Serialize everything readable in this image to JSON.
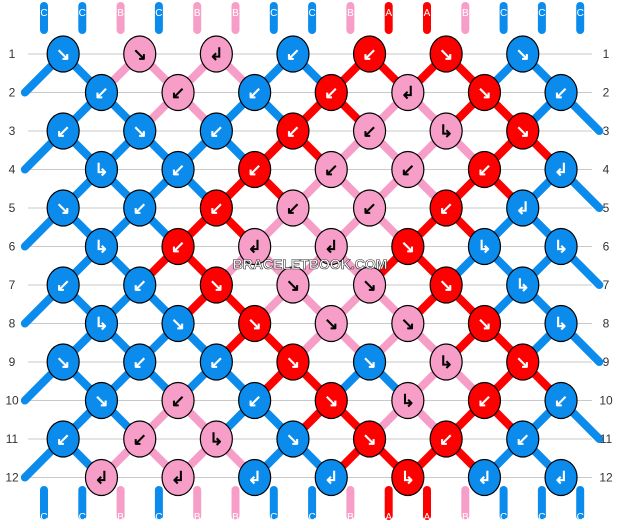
{
  "watermark": "BRACELETBOOK.COM",
  "colors": {
    "A": "#ff0000",
    "B": "#f79ec8",
    "C": "#0b8ced"
  },
  "top_strings": [
    "C",
    "C",
    "B",
    "C",
    "B",
    "B",
    "C",
    "C",
    "B",
    "A",
    "A",
    "B",
    "C",
    "C",
    "C"
  ],
  "bottom_strings": [
    "C",
    "C",
    "B",
    "C",
    "B",
    "B",
    "C",
    "C",
    "B",
    "A",
    "A",
    "B",
    "C",
    "C",
    "C"
  ],
  "row_labels": [
    "1",
    "2",
    "3",
    "4",
    "5",
    "6",
    "7",
    "8",
    "9",
    "10",
    "11",
    "12"
  ],
  "knot_glyphs": {
    "f": "↘",
    "b": "↙",
    "fb": "↳",
    "bf": "↲"
  },
  "rows": [
    [
      [
        "C",
        "f"
      ],
      [
        "B",
        "f"
      ],
      [
        "B",
        "bf"
      ],
      [
        "C",
        "b"
      ],
      [
        "A",
        "b"
      ],
      [
        "A",
        "f"
      ],
      [
        "C",
        "f"
      ]
    ],
    [
      [
        "C",
        "b"
      ],
      [
        "B",
        "b"
      ],
      [
        "C",
        "b"
      ],
      [
        "A",
        "b"
      ],
      [
        "B",
        "bf"
      ],
      [
        "A",
        "f"
      ],
      [
        "C",
        "b"
      ]
    ],
    [
      [
        "C",
        "b"
      ],
      [
        "C",
        "f"
      ],
      [
        "C",
        "b"
      ],
      [
        "A",
        "b"
      ],
      [
        "B",
        "b"
      ],
      [
        "B",
        "fb"
      ],
      [
        "A",
        "f"
      ]
    ],
    [
      [
        "C",
        "fb"
      ],
      [
        "C",
        "b"
      ],
      [
        "A",
        "b"
      ],
      [
        "B",
        "b"
      ],
      [
        "B",
        "b"
      ],
      [
        "A",
        "b"
      ],
      [
        "C",
        "bf"
      ]
    ],
    [
      [
        "C",
        "f"
      ],
      [
        "C",
        "b"
      ],
      [
        "A",
        "b"
      ],
      [
        "B",
        "b"
      ],
      [
        "B",
        "b"
      ],
      [
        "A",
        "b"
      ],
      [
        "C",
        "bf"
      ]
    ],
    [
      [
        "C",
        "fb"
      ],
      [
        "A",
        "b"
      ],
      [
        "B",
        "bf"
      ],
      [
        "B",
        "bf"
      ],
      [
        "A",
        "f"
      ],
      [
        "C",
        "fb"
      ],
      [
        "C",
        "fb"
      ]
    ],
    [
      [
        "C",
        "b"
      ],
      [
        "C",
        "b"
      ],
      [
        "A",
        "f"
      ],
      [
        "B",
        "f"
      ],
      [
        "B",
        "f"
      ],
      [
        "A",
        "f"
      ],
      [
        "C",
        "fb"
      ]
    ],
    [
      [
        "C",
        "fb"
      ],
      [
        "C",
        "f"
      ],
      [
        "A",
        "f"
      ],
      [
        "B",
        "f"
      ],
      [
        "B",
        "f"
      ],
      [
        "A",
        "f"
      ],
      [
        "C",
        "fb"
      ]
    ],
    [
      [
        "C",
        "f"
      ],
      [
        "C",
        "b"
      ],
      [
        "C",
        "b"
      ],
      [
        "A",
        "f"
      ],
      [
        "C",
        "f"
      ],
      [
        "B",
        "fb"
      ],
      [
        "A",
        "f"
      ]
    ],
    [
      [
        "C",
        "f"
      ],
      [
        "B",
        "b"
      ],
      [
        "C",
        "b"
      ],
      [
        "A",
        "f"
      ],
      [
        "B",
        "fb"
      ],
      [
        "A",
        "b"
      ],
      [
        "C",
        "b"
      ]
    ],
    [
      [
        "C",
        "b"
      ],
      [
        "B",
        "b"
      ],
      [
        "B",
        "fb"
      ],
      [
        "C",
        "f"
      ],
      [
        "A",
        "f"
      ],
      [
        "A",
        "b"
      ],
      [
        "C",
        "b"
      ]
    ],
    [
      [
        "B",
        "bf"
      ],
      [
        "B",
        "bf"
      ],
      [
        "C",
        "bf"
      ],
      [
        "C",
        "bf"
      ],
      [
        "A",
        "fb"
      ],
      [
        "C",
        "bf"
      ],
      [
        "C",
        "bf"
      ]
    ]
  ]
}
